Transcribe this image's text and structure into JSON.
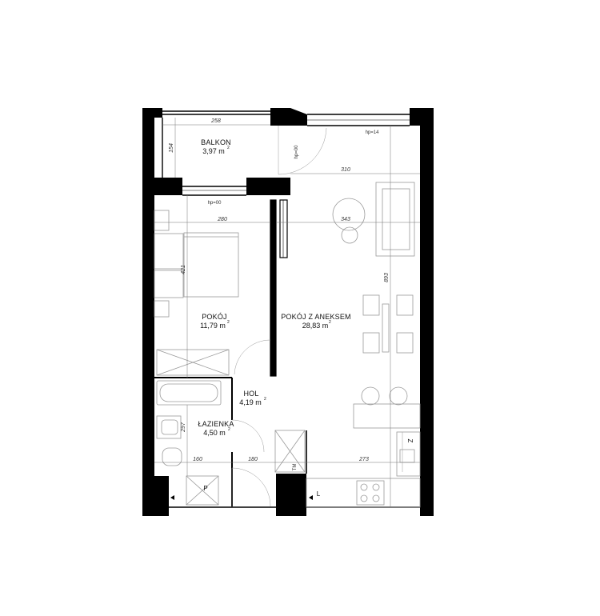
{
  "rooms": {
    "balkon": {
      "name": "BALKON",
      "area": "3,97 m",
      "unit_sup": "2"
    },
    "pokoj": {
      "name": "POKÓJ",
      "area": "11,79 m",
      "unit_sup": "2"
    },
    "aneks": {
      "name": "POKÓJ Z ANEKSEM",
      "area": "28,83 m",
      "unit_sup": "2"
    },
    "hol": {
      "name": "HOL",
      "area": "4,19 m",
      "unit_sup": "2"
    },
    "lazienka": {
      "name": "ŁAZIENKA",
      "area": "4,50 m",
      "unit_sup": "2"
    }
  },
  "dimensions": {
    "balkon_width": "258",
    "balkon_depth": "154",
    "aneks_top": "310",
    "pokoj_width": "280",
    "aneks_mid": "343",
    "pokoj_depth": "421",
    "aneks_depth": "893",
    "lazienka_depth": "297",
    "lazienka_width": "160",
    "hol_width": "180",
    "kitchen_width": "273"
  },
  "heights": {
    "hp_window_bedroom": "hp=00",
    "hp_door_balcony": "hp=00",
    "hp_window_living": "hp=14"
  },
  "symbols": {
    "pralka": "P",
    "lodowka": "L",
    "zmywarka": "Z",
    "tm": "TM"
  }
}
